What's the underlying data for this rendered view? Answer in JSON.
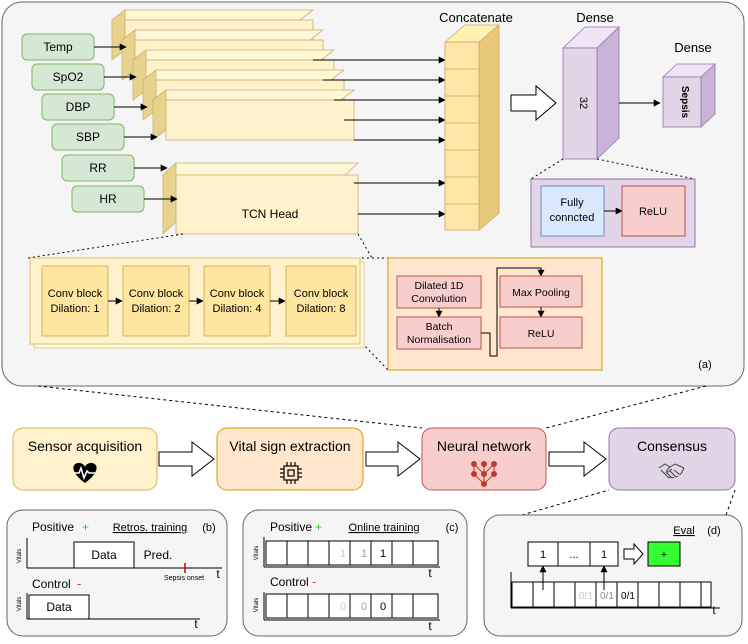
{
  "top": {
    "inputs": [
      "Temp",
      "SpO2",
      "DBP",
      "SBP",
      "RR",
      "HR"
    ],
    "tcn_head_label": "TCN Head",
    "concatenate_label": "Concatenate",
    "dense1_label": "Dense",
    "dense1_units": "32",
    "dense2_label": "Dense",
    "dense2_output": "Sepsis",
    "fully_connected": [
      "Fully",
      "conncted"
    ],
    "relu": "ReLU",
    "conv_blocks": [
      {
        "line1": "Conv block",
        "line2": "Dilation: 1"
      },
      {
        "line1": "Conv block",
        "line2": "Dilation: 2"
      },
      {
        "line1": "Conv block",
        "line2": "Dilation: 4"
      },
      {
        "line1": "Conv block",
        "line2": "Dilation: 8"
      }
    ],
    "dilated_conv": [
      "Dilated 1D",
      "Convolution"
    ],
    "batch_norm": [
      "Batch",
      "Normalisation"
    ],
    "max_pooling": "Max Pooling",
    "block_relu": "ReLU",
    "panel_tag": "(a)"
  },
  "pipeline": [
    {
      "label": "Sensor acquisition",
      "icon": "heart-pulse-icon",
      "color": "#fff2cc"
    },
    {
      "label": "Vital sign extraction",
      "icon": "chip-icon",
      "color": "#ffe6cc"
    },
    {
      "label": "Neural network",
      "icon": "network-icon",
      "color": "#f8cecc"
    },
    {
      "label": "Consensus",
      "icon": "handshake-icon",
      "color": "#e1d5e7"
    }
  ],
  "panel_b": {
    "positive": "Positive",
    "plus": "+",
    "title": "Retros. training",
    "tag": "(b)",
    "vitals": "Vitals",
    "data": "Data",
    "pred": "Pred.",
    "sepsis_onset": "Sepsis onset",
    "t": "t",
    "control": "Control",
    "minus": "-",
    "control_data": "Data",
    "t2": "t"
  },
  "panel_c": {
    "positive": "Positive",
    "plus": "+",
    "title": "Online training",
    "tag": "(c)",
    "vitals": "Vitals",
    "pos_cells": [
      "",
      "",
      "",
      "1",
      "1",
      "1",
      "",
      ""
    ],
    "t": "t",
    "control": "Control",
    "minus": "-",
    "ctrl_cells": [
      "",
      "",
      "",
      "0",
      "0",
      "0",
      "",
      ""
    ],
    "t2": "t"
  },
  "panel_d": {
    "title": "Eval",
    "tag": "(d)",
    "buffer": [
      "1",
      "...",
      "1"
    ],
    "output": "+",
    "cells": [
      "",
      "",
      "",
      "0/1",
      "0/1",
      "0/1",
      "",
      "",
      "",
      ""
    ],
    "t": "t"
  }
}
